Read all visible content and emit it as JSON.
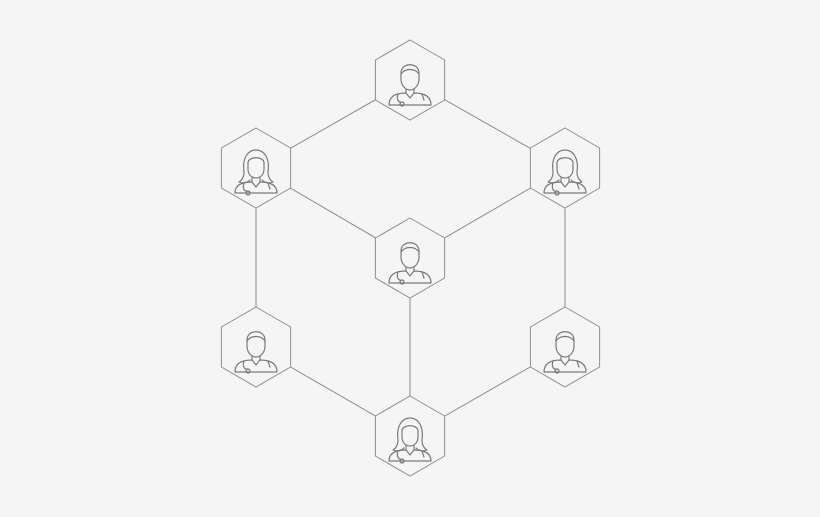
{
  "diagram": {
    "background": "#f5f5f5",
    "line_color": "#8a8a8a",
    "nodes": [
      {
        "id": "top",
        "icon": "male-doctor-icon"
      },
      {
        "id": "upper-left",
        "icon": "female-doctor-icon"
      },
      {
        "id": "upper-right",
        "icon": "female-doctor-icon"
      },
      {
        "id": "center",
        "icon": "male-doctor-icon"
      },
      {
        "id": "lower-left",
        "icon": "male-doctor-icon"
      },
      {
        "id": "lower-right",
        "icon": "male-doctor-icon"
      },
      {
        "id": "bottom",
        "icon": "female-doctor-icon"
      }
    ],
    "edges": [
      [
        "top",
        "upper-left"
      ],
      [
        "top",
        "upper-right"
      ],
      [
        "upper-left",
        "center"
      ],
      [
        "upper-right",
        "center"
      ],
      [
        "upper-left",
        "lower-left"
      ],
      [
        "upper-right",
        "lower-right"
      ],
      [
        "center",
        "bottom"
      ],
      [
        "lower-left",
        "bottom"
      ],
      [
        "lower-right",
        "bottom"
      ]
    ]
  }
}
